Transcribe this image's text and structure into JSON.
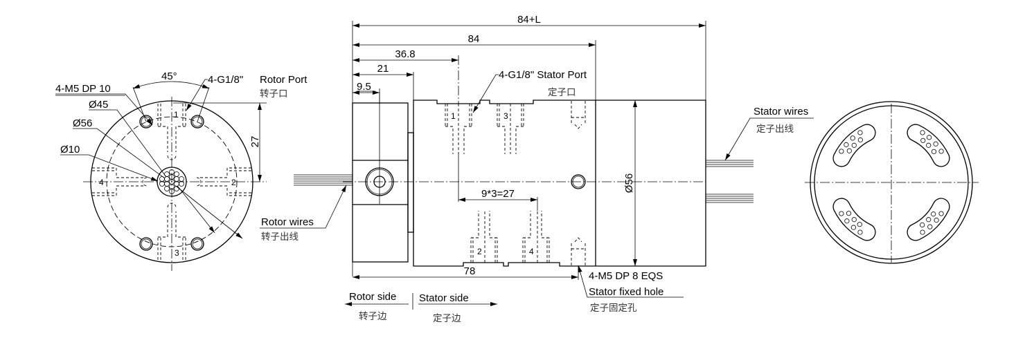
{
  "drawing": {
    "left_view": {
      "angle_label": "45°",
      "mount_holes_label": "4-M5 DP 10",
      "pcd_label": "Ø45",
      "outer_dia_label": "Ø56",
      "bore_label": "Ø10",
      "rotor_port_spec": "4-G1/8\"",
      "rotor_port_en": "Rotor Port",
      "rotor_port_cn": "转子口",
      "height_dim": "27",
      "port_numbers": [
        "1",
        "2",
        "3",
        "4"
      ]
    },
    "side_view": {
      "dims": {
        "overall": "84+L",
        "body": "84",
        "port_offset": "36.8",
        "rotor_len": "21",
        "flange": "9.5",
        "pitch": "9*3=27",
        "stator_len": "78",
        "diameter": "Ø56"
      },
      "stator_port_spec": "4-G1/8\" Stator Port",
      "stator_port_cn": "定子口",
      "port_numbers_top": [
        "1",
        "3"
      ],
      "port_numbers_bottom": [
        "2",
        "4"
      ],
      "rotor_wires_en": "Rotor wires",
      "rotor_wires_cn": "转子出线",
      "stator_wires_en": "Stator wires",
      "stator_wires_cn": "定子出线",
      "fixed_hole_spec": "4-M5 DP 8 EQS",
      "fixed_hole_en": "Stator fixed hole",
      "fixed_hole_cn": "定子固定孔",
      "rotor_side_en": "Rotor side",
      "rotor_side_cn": "转子边",
      "stator_side_en": "Stator side",
      "stator_side_cn": "定子边"
    },
    "right_view": {
      "wire_slot_count": 4
    }
  }
}
